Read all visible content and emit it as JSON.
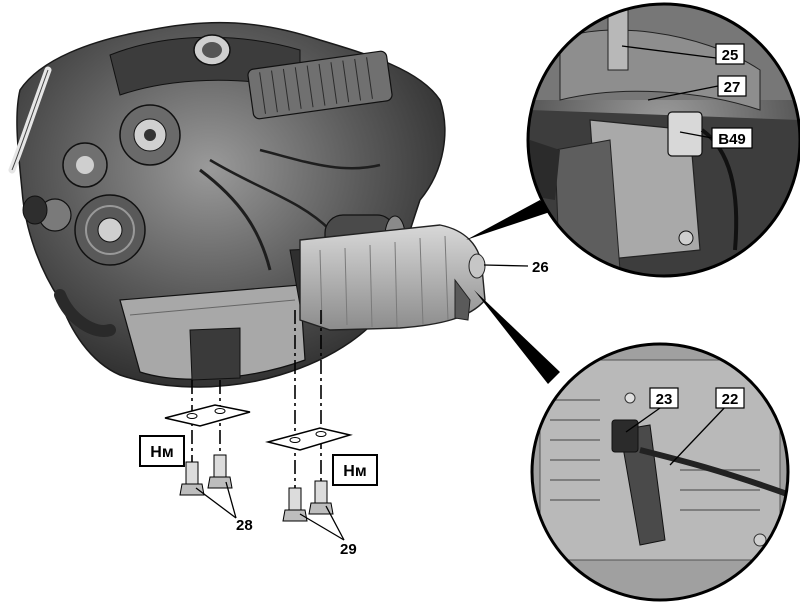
{
  "callouts": {
    "c25": "25",
    "c27": "27",
    "cB49": "B49",
    "c26": "26",
    "c23": "23",
    "c22": "22",
    "c28": "28",
    "c29": "29"
  },
  "torque": {
    "left": "Нм",
    "right": "Нм"
  }
}
